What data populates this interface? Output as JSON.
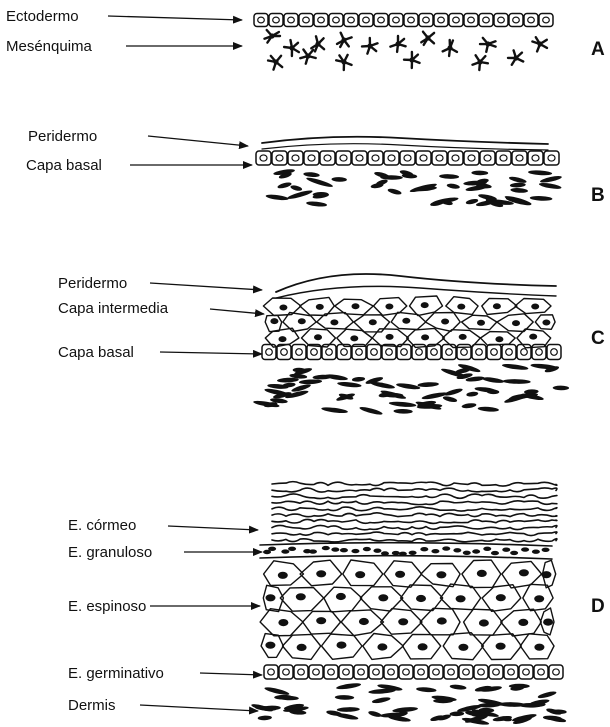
{
  "panels": {
    "A": {
      "letter": "A",
      "labels": [
        "Ectodermo",
        "Mesénquima"
      ]
    },
    "B": {
      "letter": "B",
      "labels": [
        "Peridermo",
        "Capa basal"
      ]
    },
    "C": {
      "letter": "C",
      "labels": [
        "Peridermo",
        "Capa intermedia",
        "Capa basal"
      ]
    },
    "D": {
      "letter": "D",
      "labels": [
        "E. córmeo",
        "E. granuloso",
        "E. espinoso",
        "E. germinativo",
        "Dermis"
      ]
    }
  },
  "colors": {
    "ink": "#111111",
    "background": "#ffffff"
  }
}
